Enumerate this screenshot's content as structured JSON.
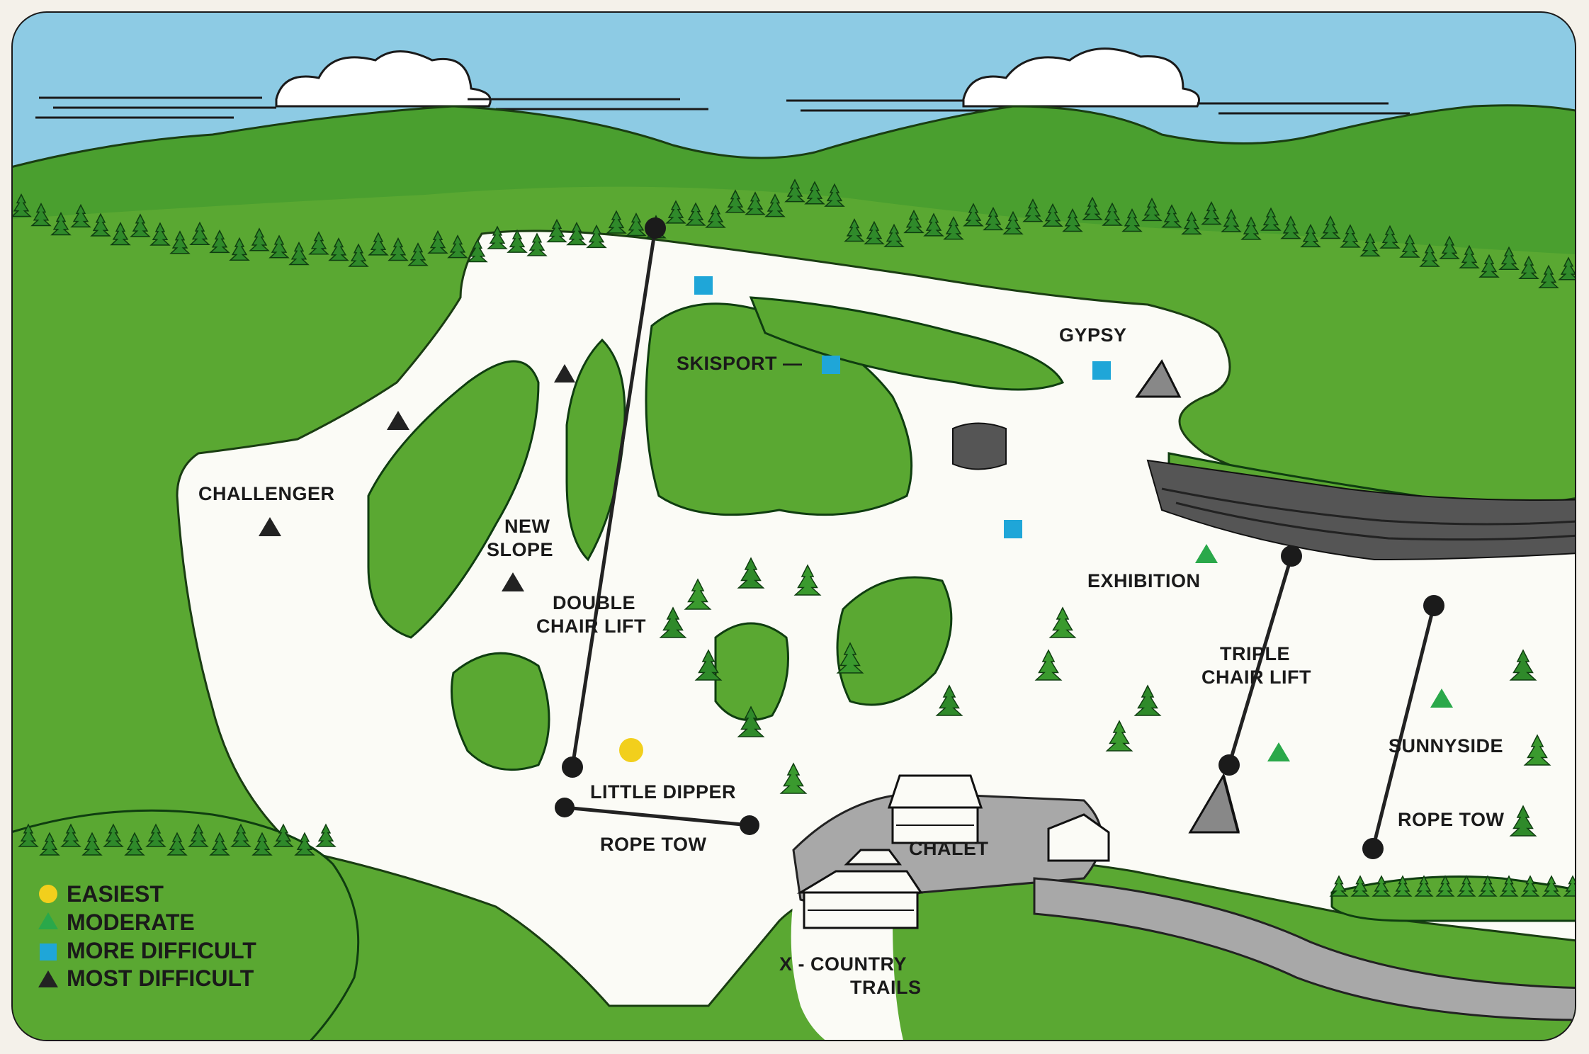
{
  "colors": {
    "sky": "#8dcbe4",
    "mountain": "#4a9f2f",
    "forest": "#5aa832",
    "forest_dark": "#2f8a2a",
    "snow": "#fbfbf6",
    "parking": "#a8a8a8",
    "easiest": "#f2cf1c",
    "moderate": "#2aa84a",
    "more_difficult": "#1fa6d8",
    "most_difficult": "#222222"
  },
  "trails": {
    "challenger": "CHALLENGER",
    "new_slope_1": "NEW",
    "new_slope_2": "SLOPE",
    "skisport": "SKISPORT —",
    "gypsy": "GYPSY",
    "exhibition": "EXHIBITION",
    "little_dipper": "LITTLE DIPPER",
    "sunnyside": "SUNNYSIDE"
  },
  "lifts": {
    "double_1": "DOUBLE",
    "double_2": "CHAIR LIFT",
    "triple_1": "TRIPLE",
    "triple_2": "CHAIR LIFT",
    "rope_tow_left": "ROPE TOW",
    "rope_tow_right": "ROPE TOW"
  },
  "facilities": {
    "chalet": "CHALET",
    "xc_1": "X - COUNTRY",
    "xc_2": "TRAILS"
  },
  "legend": {
    "easiest": "EASIEST",
    "moderate": "MODERATE",
    "more_difficult": "MORE DIFFICULT",
    "most_difficult": "MOST DIFFICULT"
  }
}
